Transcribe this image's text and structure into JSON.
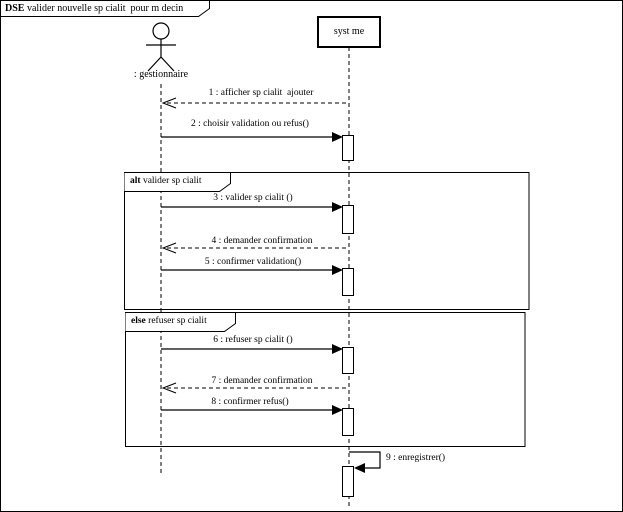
{
  "frame": {
    "keyword": "DSE",
    "title": "valider nouvelle sp cialit  pour m decin"
  },
  "lifelines": {
    "actor_label": ": gestionnaire",
    "system_label": "syst me"
  },
  "fragments": {
    "alt": {
      "keyword": "alt",
      "condition": "valider sp cialit"
    },
    "else": {
      "keyword": "else",
      "condition": "refuser sp cialit"
    }
  },
  "messages": [
    {
      "label": "1 : afficher sp cialit  ajouter",
      "type": "return-dashed"
    },
    {
      "label": "2 : choisir validation ou refus()",
      "type": "call-solid"
    },
    {
      "label": "3 : valider sp cialit ()",
      "type": "call-solid"
    },
    {
      "label": "4 : demander confirmation",
      "type": "return-dashed"
    },
    {
      "label": "5 : confirmer validation()",
      "type": "call-solid"
    },
    {
      "label": "6 : refuser sp cialit ()",
      "type": "call-solid"
    },
    {
      "label": "7 : demander confirmation",
      "type": "return-dashed"
    },
    {
      "label": "8 : confirmer refus()",
      "type": "call-solid"
    },
    {
      "label": "9 : enregistrer()",
      "type": "self-call"
    }
  ],
  "colors": {
    "line": "#000000",
    "background": "#ffffff"
  }
}
